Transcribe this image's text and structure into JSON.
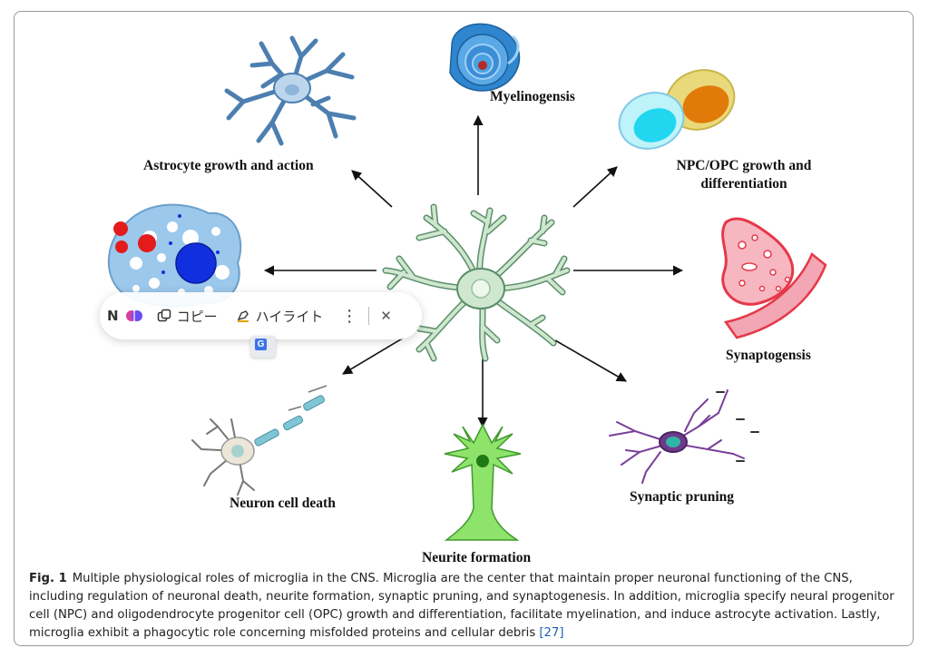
{
  "labels": {
    "astrocyte": "Astrocyte growth and action",
    "myelin": "Myelinogensis",
    "npc_line1": "NPC/OPC growth and",
    "npc_line2": "differentiation",
    "synaptogenesis": "Synaptogensis",
    "pruning": "Synaptic pruning",
    "neurite": "Neurite formation",
    "death": "Neuron cell death"
  },
  "caption": {
    "fig": "Fig. 1",
    "text": "Multiple physiological roles of microglia in the CNS. Microglia are the center that maintain proper neuronal functioning of the CNS, including regulation of neuronal death, neurite formation, synaptic pruning, and synaptogenesis. In addition, microglia specify neural progenitor cell (NPC) and oligodendrocyte progenitor cell (OPC) growth and differentiation, facilitate myelination, and induce astrocyte activation. Lastly, microglia exhibit a phagocytic role concerning misfolded proteins and cellular debris ",
    "citation": "[27]"
  },
  "popup": {
    "copy_label": "コピー",
    "highlight_label": "ハイライト",
    "more_glyph": "⋮",
    "close_glyph": "✕",
    "leading_glyph": "N",
    "translate_glyph": "G"
  },
  "colors": {
    "microglia": "#cfe6cf",
    "astrocyte": "#6b9cc8",
    "myelin": "#3f8fd0",
    "npc_cyan": "#21d6ee",
    "opc_orange": "#e07b0a",
    "synapse": "#e5394a",
    "pruning": "#7a3f9a",
    "neurite": "#6fcf4f",
    "phagocyte": "#9cc8ec",
    "nucleus": "#1030e0"
  }
}
